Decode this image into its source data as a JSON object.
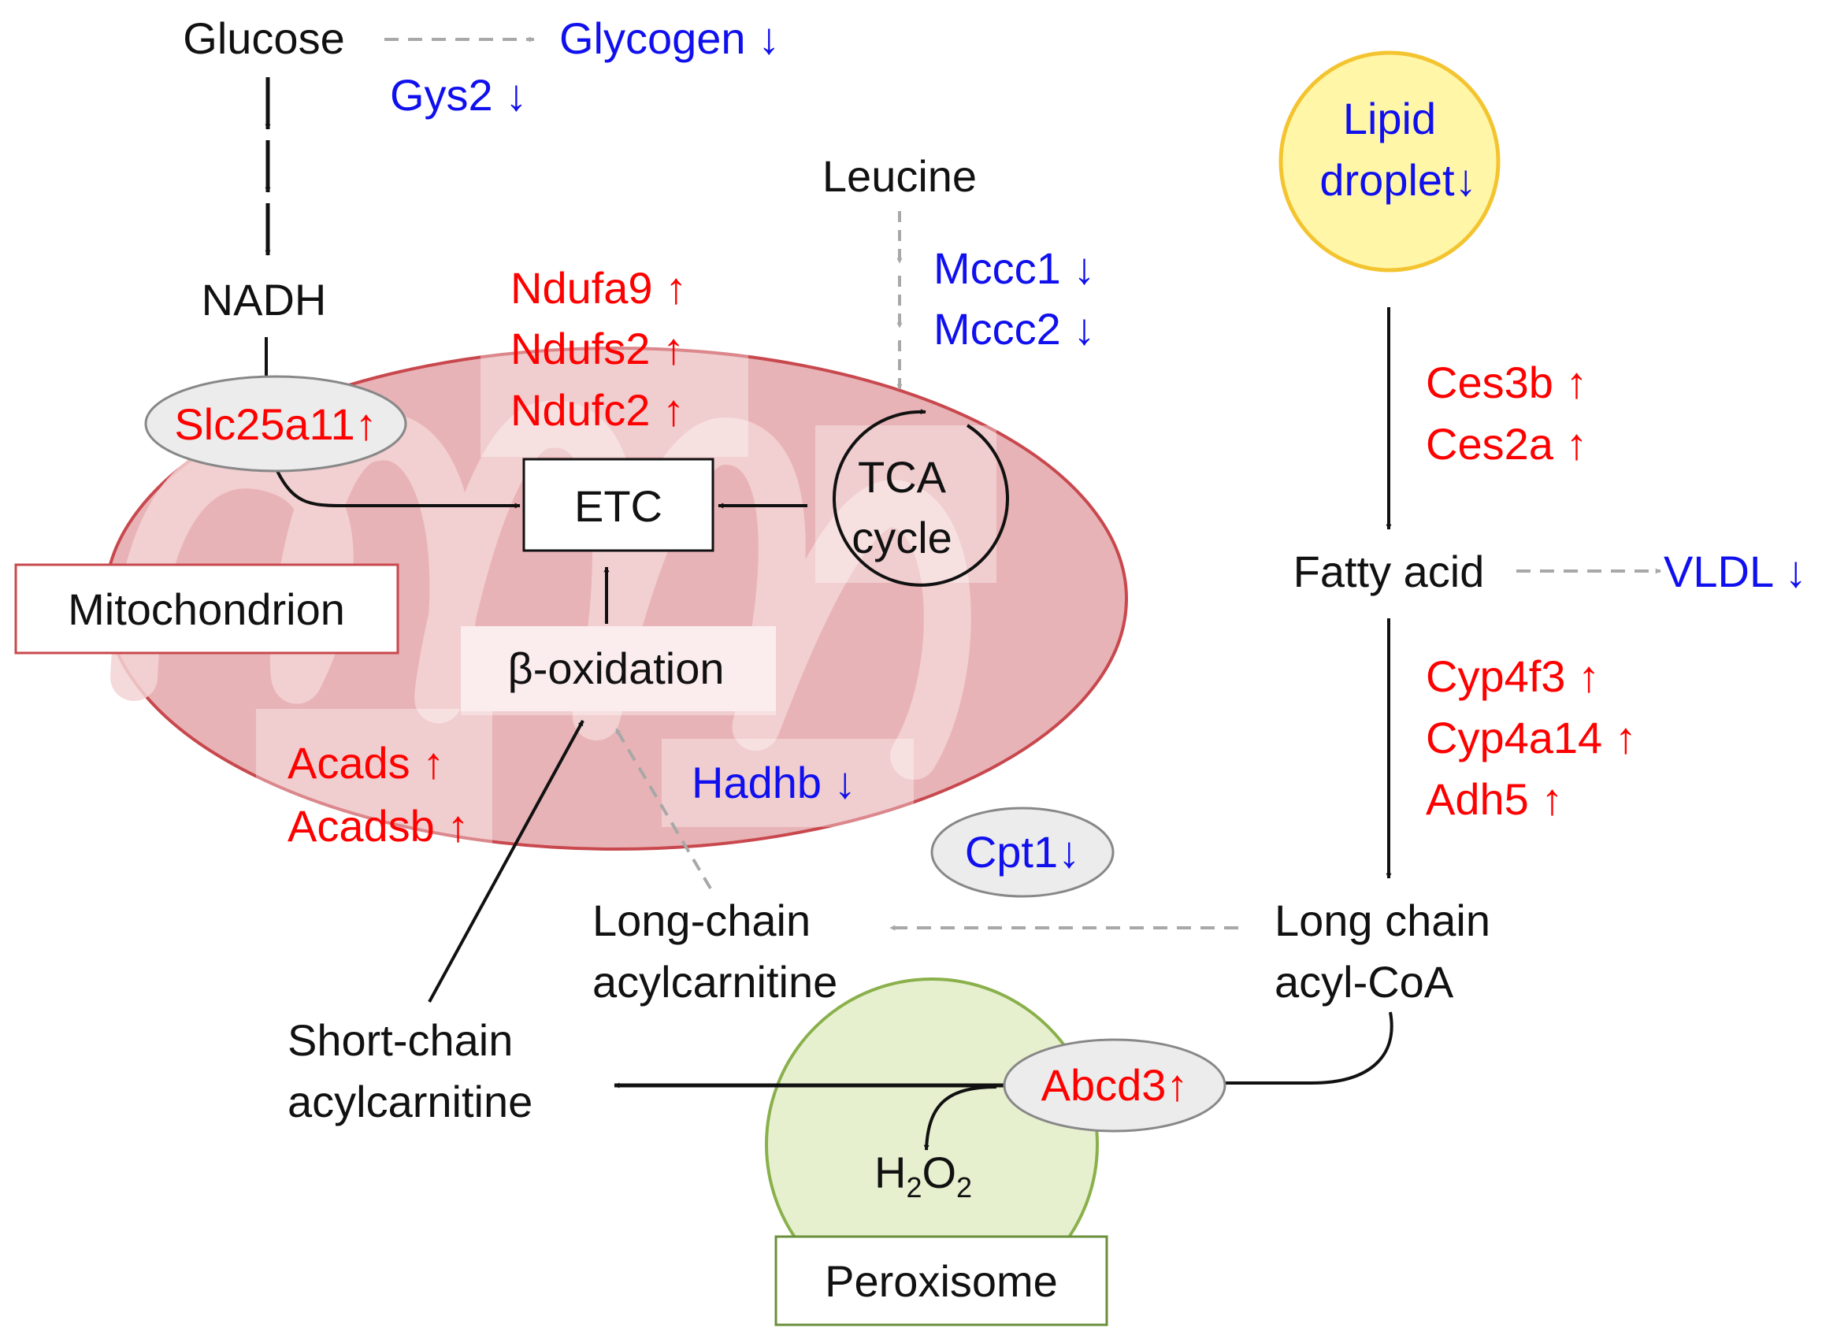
{
  "colors": {
    "upregulated": "#ff0000",
    "downregulated": "#1010ee",
    "solid_arrow": "#111111",
    "dashed_arrow": "#a8a8a8",
    "mitochondrion_fill": "#e8b3b6",
    "mitochondrion_stroke": "#c8484e",
    "lipid_droplet_fill": "#fff6a8",
    "lipid_droplet_stroke": "#f4c430",
    "peroxisome_fill": "#e6f0cf",
    "peroxisome_stroke": "#8ab04b",
    "transporter_fill": "#ececec",
    "transporter_stroke": "#888888"
  },
  "labels": {
    "glucose": "Glucose",
    "glycogen": "Glycogen ↓",
    "gys2": "Gys2 ↓",
    "nadh": "NADH",
    "slc25a11": "Slc25a11↑",
    "ndufa9": "Ndufa9 ↑",
    "ndufs2": "Ndufs2 ↑",
    "ndufc2": "Ndufc2 ↑",
    "etc": "ETC",
    "leucine": "Leucine",
    "mccc1": "Mccc1 ↓",
    "mccc2": "Mccc2 ↓",
    "tca_line1": "TCA",
    "tca_line2": "cycle",
    "mitochondrion": "Mitochondrion",
    "beta_oxidation": "β-oxidation",
    "acads": "Acads ↑",
    "acadsb": "Acadsb ↑",
    "hadhb": "Hadhb ↓",
    "cpt1": "Cpt1↓",
    "lipid_droplet_line1": "Lipid",
    "lipid_droplet_line2": "droplet↓",
    "ces3b": "Ces3b ↑",
    "ces2a": "Ces2a ↑",
    "fatty_acid": "Fatty acid",
    "vldl": "VLDL ↓",
    "cyp4f3": "Cyp4f3 ↑",
    "cyp4a14": "Cyp4a14 ↑",
    "adh5": "Adh5 ↑",
    "long_chain_acyl_coa_line1": "Long chain",
    "long_chain_acyl_coa_line2": "acyl-CoA",
    "long_chain_acylcarnitine_line1": "Long-chain",
    "long_chain_acylcarnitine_line2": "acylcarnitine",
    "short_chain_acylcarnitine_line1": "Short-chain",
    "short_chain_acylcarnitine_line2": "acylcarnitine",
    "abcd3": "Abcd3↑",
    "h2o2_h": "H",
    "h2o2_sub1": "2",
    "h2o2_o": "O",
    "h2o2_sub2": "2",
    "peroxisome": "Peroxisome"
  }
}
